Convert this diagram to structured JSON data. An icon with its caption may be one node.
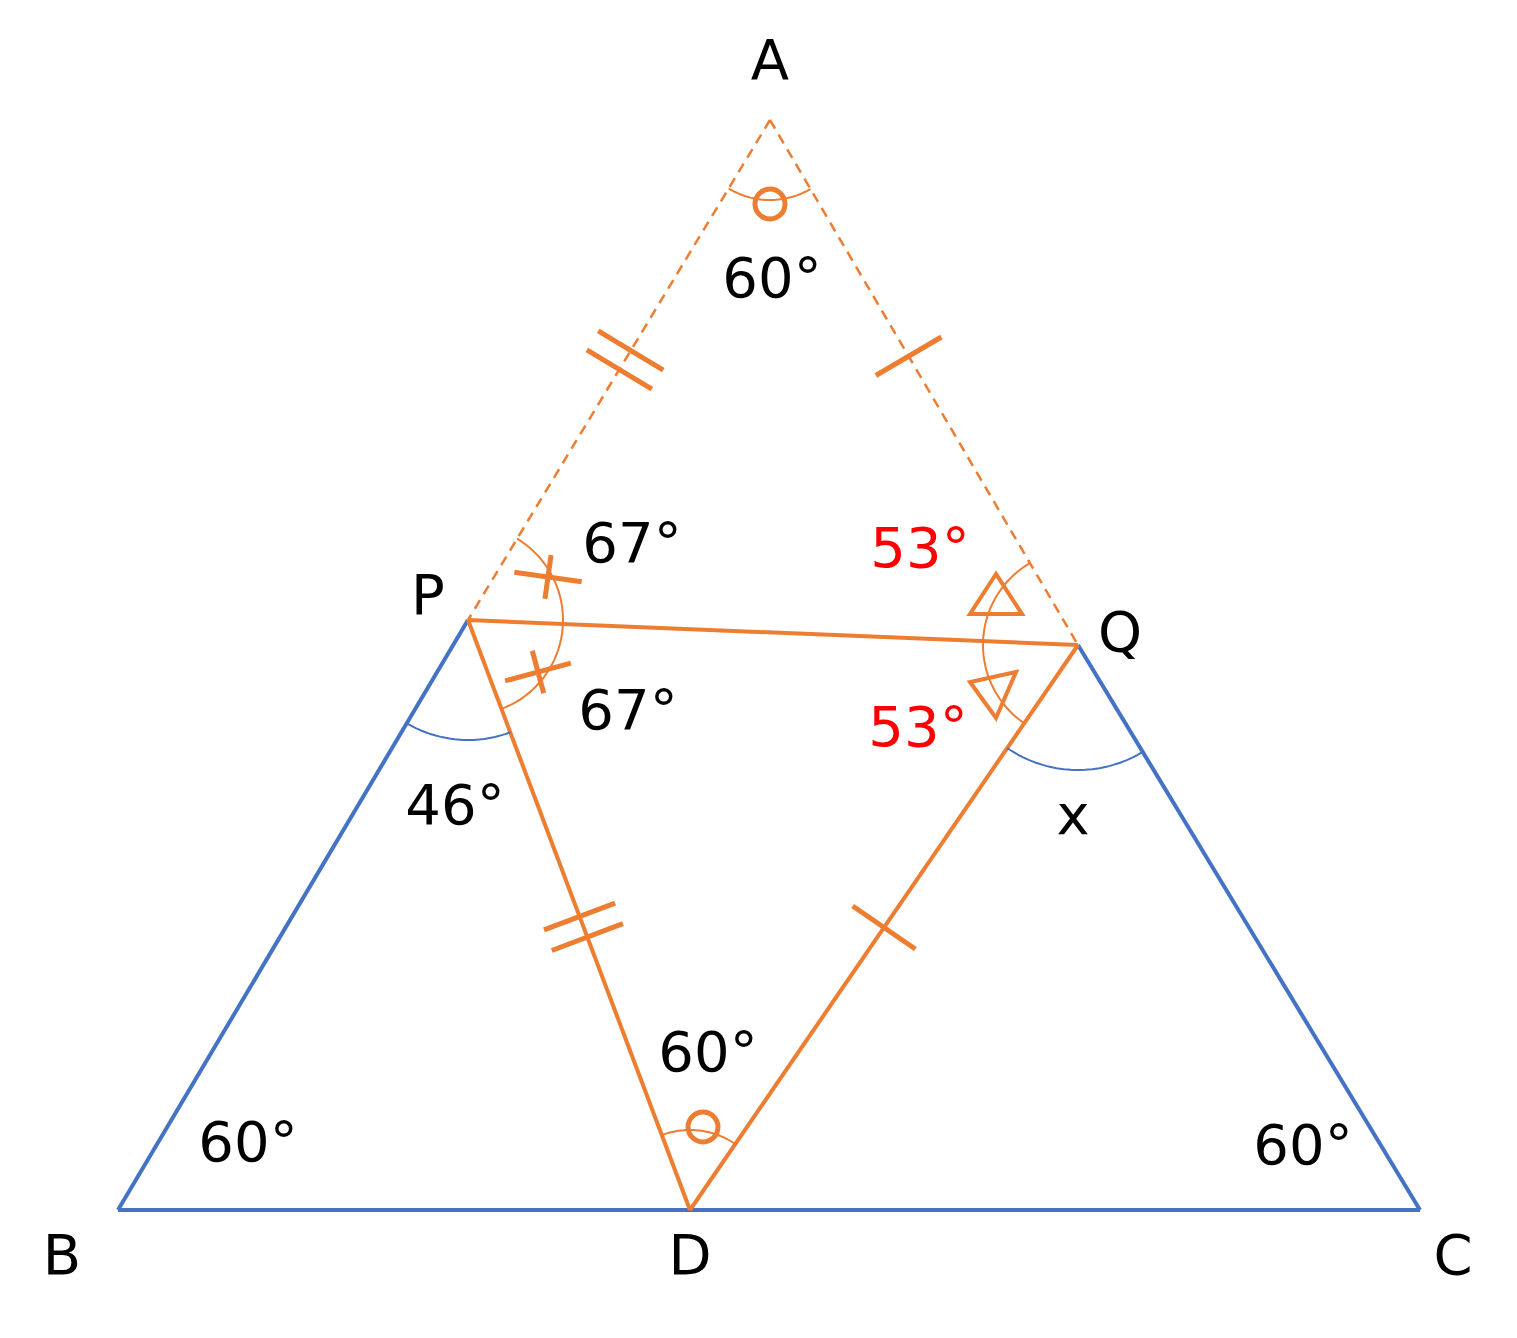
{
  "diagram": {
    "labels": [
      "A",
      "60°",
      "67°",
      "53°",
      "P",
      "Q",
      "67°",
      "53°",
      "46°",
      "x",
      "60°",
      "60°",
      "60°",
      "B",
      "D",
      "C"
    ]
  }
}
